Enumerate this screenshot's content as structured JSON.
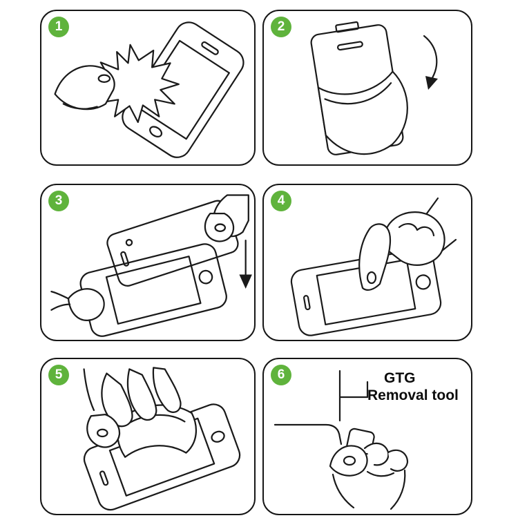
{
  "colors": {
    "step_badge": "#5fb33c",
    "line": "#1a1a1a"
  },
  "steps": [
    {
      "number": "1",
      "illustration": "clean-screen-with-cloth"
    },
    {
      "number": "2",
      "illustration": "peel-backing-film"
    },
    {
      "number": "3",
      "illustration": "align-glass-over-phone"
    },
    {
      "number": "4",
      "illustration": "press-finger-on-screen"
    },
    {
      "number": "5",
      "illustration": "smooth-with-cloth"
    },
    {
      "number": "6",
      "illustration": "removal-tool-on-corner",
      "label_line1": "GTG",
      "label_line2": "Removal tool"
    }
  ]
}
